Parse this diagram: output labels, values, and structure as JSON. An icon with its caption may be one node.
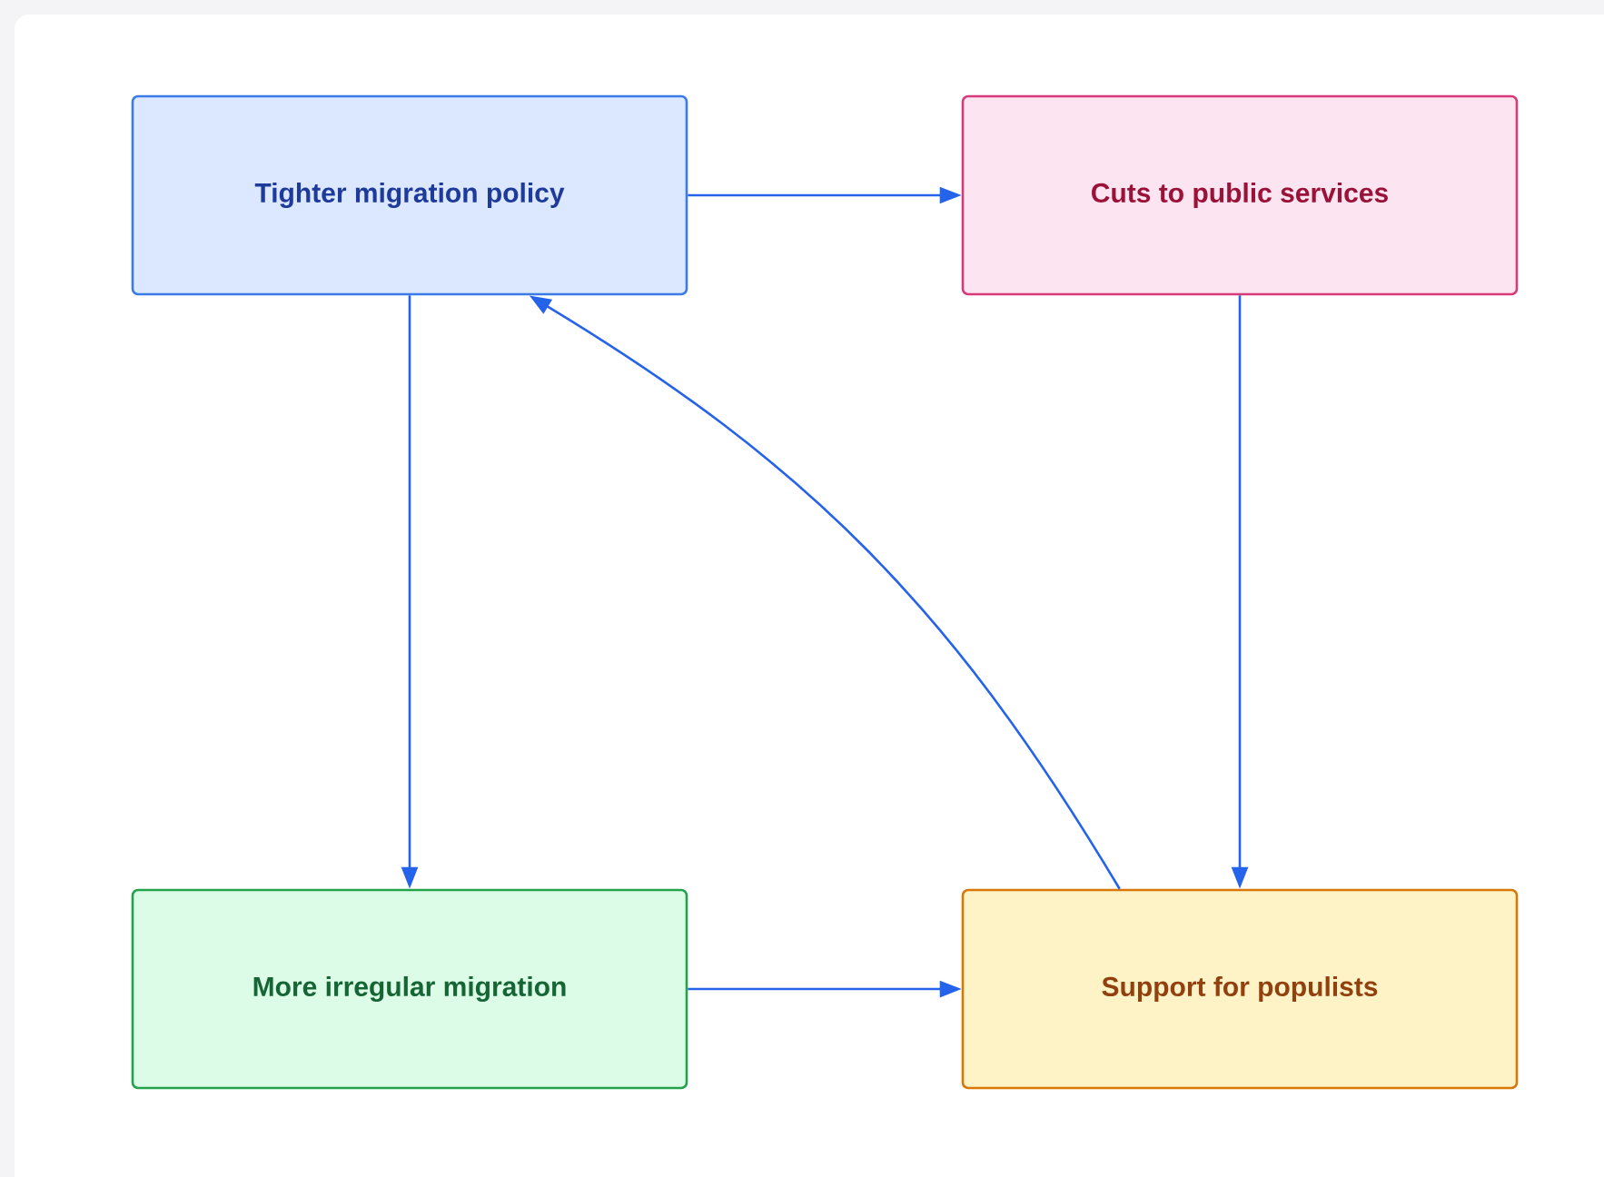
{
  "diagram": {
    "nodes": [
      {
        "text": [
          "Tighter migration policy"
        ]
      },
      {
        "text": [
          "Cuts to public services"
        ]
      },
      {
        "text": [
          "More irregular migration"
        ]
      },
      {
        "text": [
          "Support for populists"
        ]
      }
    ],
    "edges": [
      {
        "from": 0,
        "to": 1,
        "arrow": "to"
      },
      {
        "from": 1,
        "to": 3,
        "arrow": "to"
      },
      {
        "from": 0,
        "to": 2,
        "arrow": "to"
      },
      {
        "from": 2,
        "to": 3,
        "arrow": "to"
      },
      {
        "from": 3,
        "to": 0,
        "arrow": "to"
      }
    ]
  }
}
